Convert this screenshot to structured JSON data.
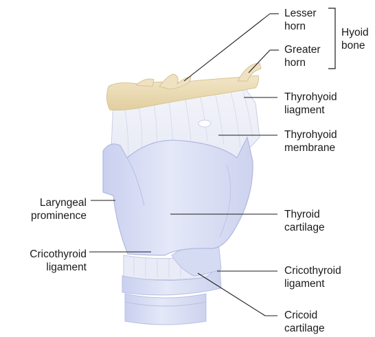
{
  "labels": {
    "lesser_horn": [
      "Lesser",
      "horn"
    ],
    "greater_horn": [
      "Greater",
      "horn"
    ],
    "hyoid_bone": [
      "Hyoid",
      "bone"
    ],
    "thyrohyoid_ligament": [
      "Thyrohyoid",
      "liagment"
    ],
    "thyrohyoid_membrane": [
      "Thyrohyoid",
      "membrane"
    ],
    "laryngeal_prominence": [
      "Laryngeal",
      "prominence"
    ],
    "thyroid_cartilage": [
      "Thyroid",
      "cartilage"
    ],
    "cricothyroid_ligament_left": [
      "Cricothyroid",
      "ligament"
    ],
    "cricothyroid_ligament_right": [
      "Cricothyroid",
      "ligament"
    ],
    "cricoid_cartilage": [
      "Cricoid",
      "cartilage"
    ]
  },
  "colors": {
    "bone": "#ecdcb6",
    "bone_edge": "#d7c493",
    "cartilage": "#dbe0f5",
    "cartilage_edge": "#b8c0e3",
    "membrane": "#eef0f8",
    "leader": "#1a1a1a"
  }
}
